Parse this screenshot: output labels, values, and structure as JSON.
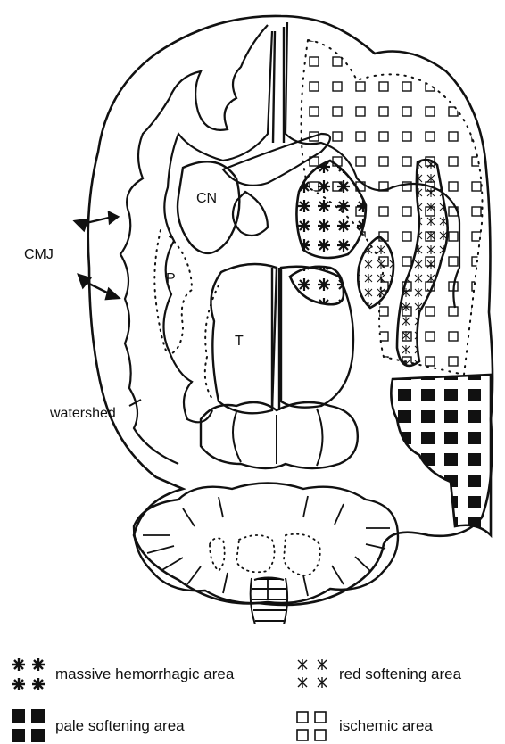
{
  "diagram": {
    "labels": {
      "cmj": "CMJ",
      "watershed": "watershed",
      "cn": "CN",
      "p": "P",
      "t": "T"
    }
  },
  "legend": {
    "items": [
      {
        "key": "massive",
        "label": "massive hemorrhagic area"
      },
      {
        "key": "red",
        "label": "red softening area"
      },
      {
        "key": "pale",
        "label": "pale softening area"
      },
      {
        "key": "ischemic",
        "label": "ischemic area"
      }
    ]
  },
  "colors": {
    "ink": "#111111",
    "background": "#ffffff"
  }
}
